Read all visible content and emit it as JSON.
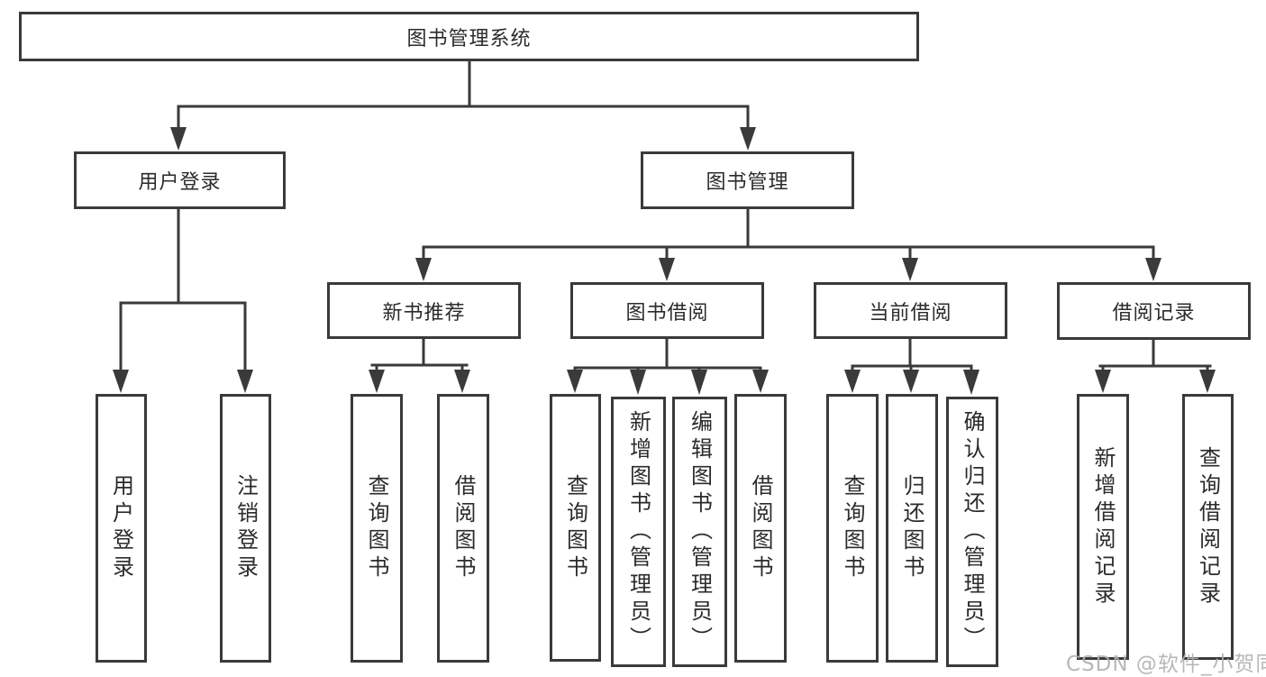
{
  "diagram": {
    "type": "tree",
    "root": {
      "label": "图书管理系统"
    },
    "branches": [
      {
        "label": "用户登录",
        "children": [
          {
            "label": "用户登录"
          },
          {
            "label": "注销登录"
          }
        ]
      },
      {
        "label": "图书管理",
        "children": [
          {
            "label": "新书推荐",
            "children": [
              {
                "label": "查询图书"
              },
              {
                "label": "借阅图书"
              }
            ]
          },
          {
            "label": "图书借阅",
            "children": [
              {
                "label": "查询图书"
              },
              {
                "label": "新增图书（管理员）"
              },
              {
                "label": "编辑图书（管理员）"
              },
              {
                "label": "借阅图书"
              }
            ]
          },
          {
            "label": "当前借阅",
            "children": [
              {
                "label": "查询图书"
              },
              {
                "label": "归还图书"
              },
              {
                "label": "确认归还（管理员）"
              }
            ]
          },
          {
            "label": "借阅记录",
            "children": [
              {
                "label": "新增借阅记录"
              },
              {
                "label": "查询借阅记录"
              }
            ]
          }
        ]
      }
    ]
  },
  "watermark": {
    "text": "CSDN @软件_小贺同学"
  },
  "colors": {
    "background": "#ffffff",
    "line": "#3a3a3a",
    "box_border": "#3a3a3a",
    "text": "#2b2b2b",
    "watermark": "#b0b0b0"
  }
}
